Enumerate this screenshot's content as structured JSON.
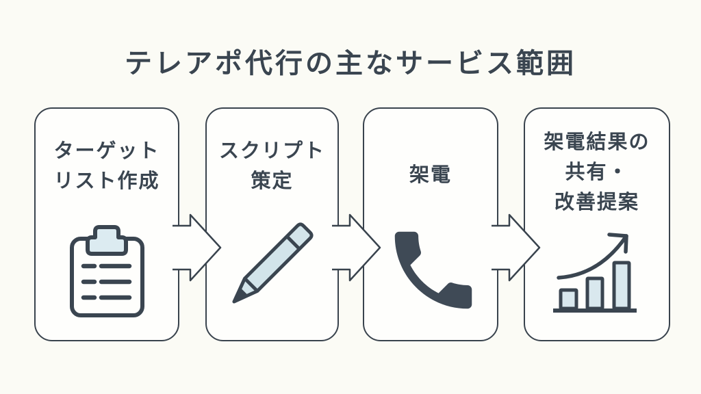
{
  "title": "テレアポ代行の主なサービス範囲",
  "steps": [
    {
      "id": "target-list",
      "label_lines": [
        "ターゲット",
        "リスト作成"
      ],
      "icon": "clipboard-icon"
    },
    {
      "id": "script",
      "label_lines": [
        "スクリプト",
        "策定"
      ],
      "icon": "pencil-icon"
    },
    {
      "id": "calling",
      "label_lines": [
        "架電"
      ],
      "icon": "phone-icon"
    },
    {
      "id": "results",
      "label_lines": [
        "架電結果の",
        "共有・",
        "改善提案"
      ],
      "icon": "growth-chart-icon"
    }
  ],
  "colors": {
    "page_background": "#fbfbf5",
    "card_background": "#fefefc",
    "ink": "#3a4550",
    "border": "#39434d",
    "accent_light_blue": "#d9e8ee",
    "phone_dark": "#3f4a56"
  }
}
